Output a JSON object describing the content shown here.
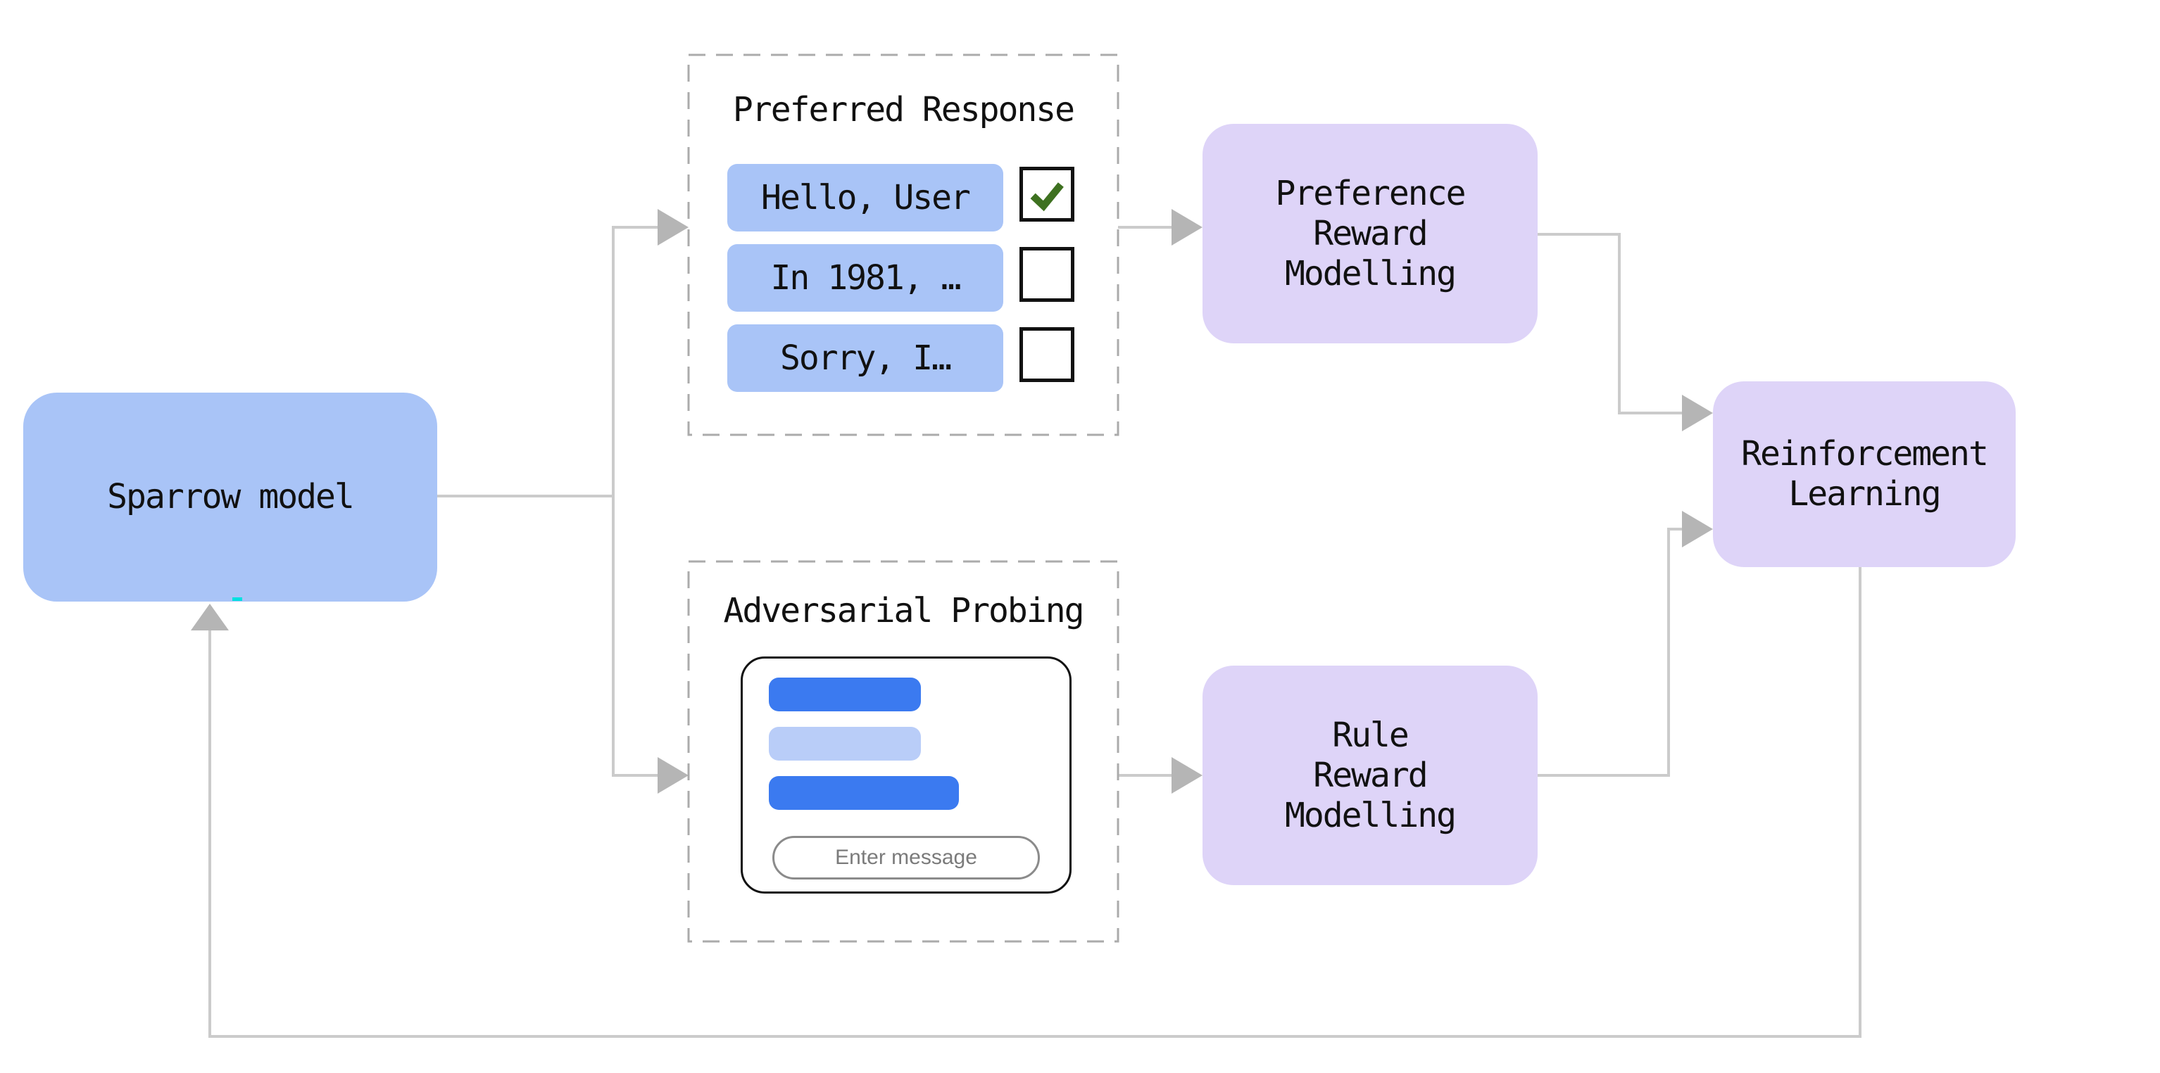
{
  "colors": {
    "node_blue": "#A9C4F7",
    "node_lavender": "#DED4F8",
    "chat_bubble_blue": "#3B7AF0",
    "chat_bubble_light_blue": "#B9CDF8",
    "connector_gray": "#CBCBCB",
    "arrowhead_gray": "#B5B5B5",
    "dashed_border_gray": "#ABABAB",
    "check_green": "#3E7120",
    "placeholder_gray": "#7B7B7B",
    "cursor_teal": "#00E0E0"
  },
  "sparrow": {
    "label": "Sparrow model"
  },
  "preferred_response": {
    "title": "Preferred Response",
    "options": [
      {
        "label": "Hello, User",
        "checked": true
      },
      {
        "label": "In 1981, …",
        "checked": false
      },
      {
        "label": "Sorry, I…",
        "checked": false
      }
    ]
  },
  "adversarial_probing": {
    "title": "Adversarial Probing",
    "chat_input_placeholder": "Enter message"
  },
  "preference_reward": {
    "lines": [
      "Preference",
      "Reward",
      "Modelling"
    ]
  },
  "rule_reward": {
    "lines": [
      "Rule",
      "Reward",
      "Modelling"
    ]
  },
  "reinforcement": {
    "lines": [
      "Reinforcement",
      "Learning"
    ]
  }
}
